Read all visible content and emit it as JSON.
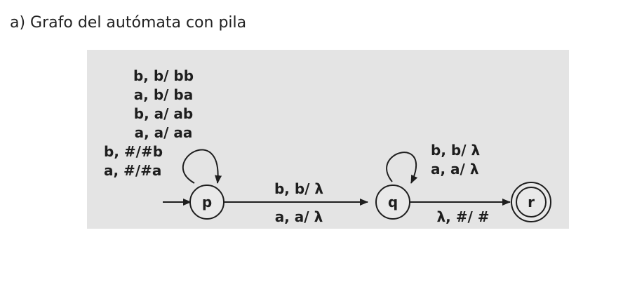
{
  "heading": "a) Grafo del autómata con pila",
  "states": {
    "p": "p",
    "q": "q",
    "r": "r"
  },
  "loop_p": [
    "b, b/ bb",
    "a, b/ ba",
    "b, a/ ab",
    "a, a/ aa",
    "b, #/#b",
    "a, #/#a"
  ],
  "loop_q": [
    "b, b/ λ",
    "a, a/ λ"
  ],
  "edge_pq": {
    "top": "b, b/ λ",
    "bottom": "a, a/ λ"
  },
  "edge_qr": {
    "bottom": "λ, #/ #"
  },
  "colors": {
    "panel": "#e4e4e4",
    "ink": "#1e1e1e",
    "state_fill": "#e9e9e9"
  }
}
